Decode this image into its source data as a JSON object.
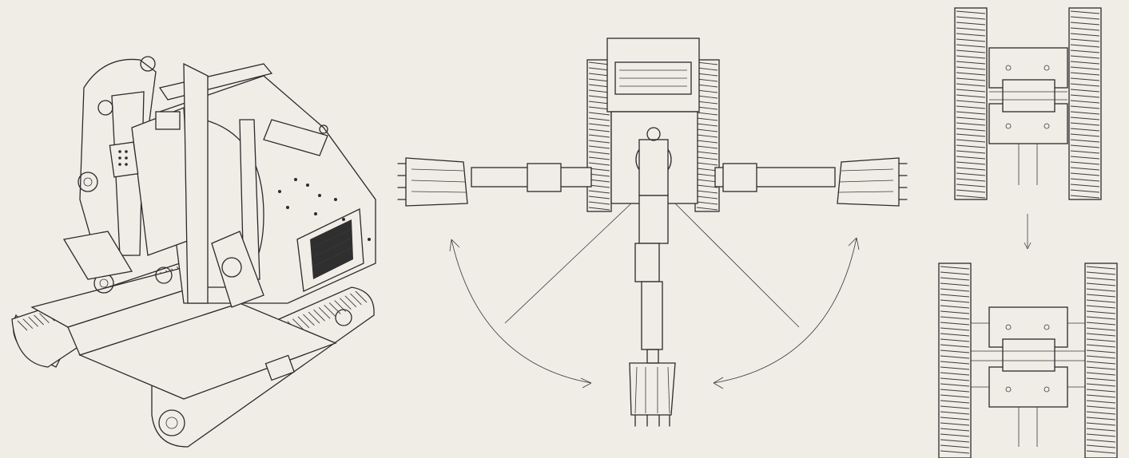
{
  "colors": {
    "background": "#f0ede7",
    "line": "#2b2b2b"
  },
  "figures": [
    {
      "id": "isometric-view",
      "icon": "compact-tracked-excavator-isometric"
    },
    {
      "id": "top-view-swing",
      "icon": "excavator-top-view-boom-swing-arcs"
    },
    {
      "id": "track-width-adjustment",
      "icon": "undercarriage-retracted-to-extended"
    }
  ]
}
